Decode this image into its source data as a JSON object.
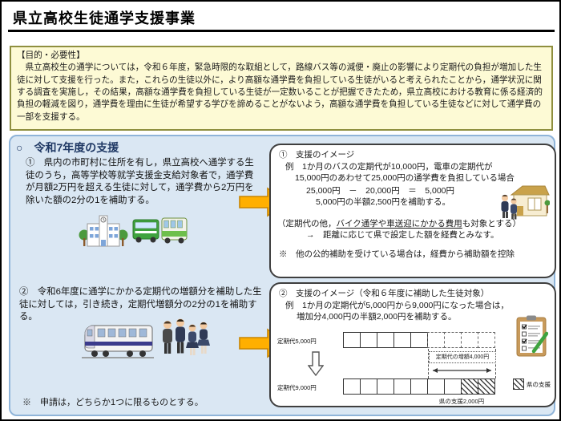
{
  "title": "県立高校生徒通学支援事業",
  "purpose": {
    "heading": "【目的・必要性】",
    "body": "　県立高校生の通学については，令和６年度，緊急時限的な取組として，路線バス等の減便・廃止の影響により定期代の負担が増加した生徒に対して支援を行った。また，これらの生徒以外に，より高額な通学費を負担している生徒がいると考えられたことから，通学状況に関する調査を実施し，その結果，高額な通学費を負担している生徒が一定数いることが把握できたため，県立高校における教育に係る経済的負担の軽減を図り，通学費を理由に生徒が希望する学びを諦めることがないよう，高額な通学費を負担している生徒などに対して通学費の一部を支援する。"
  },
  "support": {
    "heading": "○　令和7年度の支援",
    "item1_text": "①　県内の市町村に住所を有し，県立高校へ通学する生徒のうち，高等学校等就学支援金支給対象者で，通学費が月額2万円を超える生徒に対して，通学費から2万円を除いた額の2分の1を補助する。",
    "item2_text": "②　令和6年度に通学にかかる定期代の増額分を補助した生徒に対しては，引き続き，定期代増額分の2分の1を補助する。",
    "footnote": "※　申請は，どちらか1つに限るものとする。"
  },
  "image1_box": {
    "title": "①　支援のイメージ",
    "example_line1": "例　1か月のバスの定期代が10,000円，電車の定期代が",
    "example_line2": "15,000円のあわせて25,000円の通学費を負担している場合",
    "calc_line": "25,000円　－　20,000円　＝　5,000円",
    "result_line": "5,000円の半額2,500円を補助する。",
    "note_pre": "（定期代の他，",
    "note_underlined": "バイク通学や車送迎にかかる費用",
    "note_post": "も対象とする）",
    "note_line2": "→　距離に応じて県で設定した額を経費とみなす。",
    "footnote": "※　他の公的補助を受けている場合は，経費から補助額を控除"
  },
  "image2_box": {
    "title": "②　支援のイメージ（令和６年度に補助した生徒対象）",
    "example_line1": "例　1か月の定期代が5,000円から9,000円になった場合は，",
    "example_line2": "増加分4,000円の半額2,000円を補助する。",
    "diagram": {
      "row1_label": "定期代5,000円",
      "row2_label": "定期代9,000円",
      "increase_label": "定期代の増額4,000円",
      "support_label": "県の支援2,000円",
      "legend_label": "県の支援",
      "row1_solid_units": 5,
      "row1_dotted_units": 4,
      "row2_plain_units": 7,
      "row2_hatched_units": 2
    }
  },
  "icons": {
    "school": "school-icon",
    "buses": "bus-icon",
    "train": "train-icon",
    "students": "students-icon",
    "house_commuters": "house-commuters-icon",
    "clipboard": "clipboard-check-icon",
    "right_arrow": "right-arrow-icon",
    "down_arrow": "down-arrow-icon"
  },
  "colors": {
    "purpose_bg": "#FDFAD5",
    "purpose_border": "#8F8F3F",
    "section_bg": "#DAE7F3",
    "section_border": "#8FB4D9",
    "heading_navy": "#1F3864",
    "arrow_gold": "#FFAF00",
    "arrow_gold_border": "#C98500",
    "box_border": "#3F3F3F"
  }
}
